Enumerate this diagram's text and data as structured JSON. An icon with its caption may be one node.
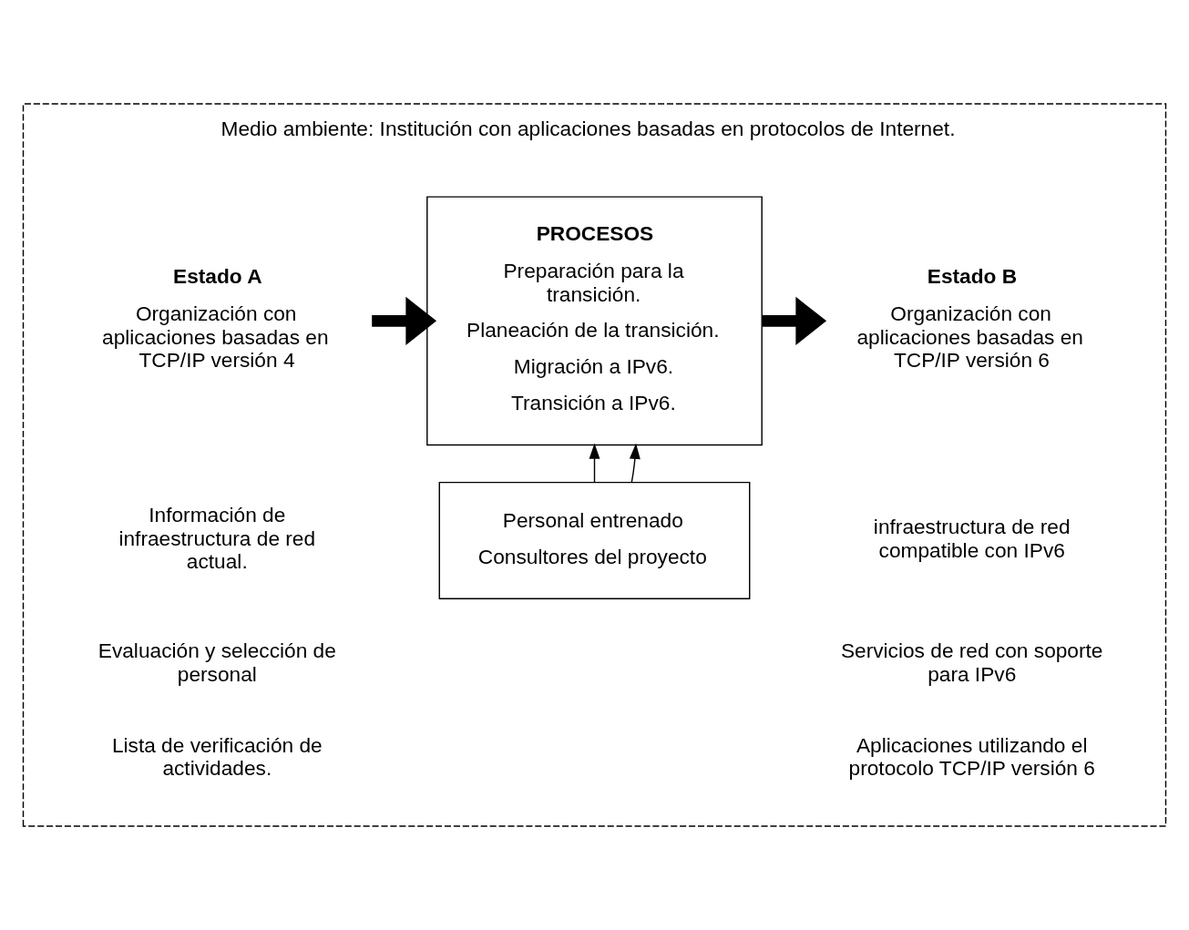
{
  "diagram": {
    "nodes": [
      {
        "text": [
          "Medio ambiente: Institución con aplicaciones basadas en protocolos de Internet."
        ]
      },
      {
        "text": [
          "Estado A",
          "Organización con aplicaciones basadas en TCP/IP versión 4"
        ],
        "in": 0
      },
      {
        "text": [
          "PROCESOS",
          "Preparación para la transición.",
          "Planeación de la transición.",
          "Migración a IPv6.",
          "Transición a IPv6."
        ],
        "in": 0
      },
      {
        "text": [
          "Estado B",
          "Organización con aplicaciones basadas en TCP/IP versión 6"
        ],
        "in": 0
      },
      {
        "text": [
          "Personal entrenado",
          "Consultores del proyecto"
        ],
        "in": 0
      }
    ],
    "edges": [
      {
        "from": 1,
        "to": 2,
        "arrow": "to",
        "style": "thick"
      },
      {
        "from": 2,
        "to": 3,
        "arrow": "to",
        "style": "thick"
      },
      {
        "from": 4,
        "to": 2,
        "arrow": "to"
      },
      {
        "from": 4,
        "to": 2,
        "arrow": "to"
      }
    ],
    "labels": [
      "Información de infraestructura de red actual.",
      "Evaluación y selección de personal",
      "Lista de verificación de actividades.",
      "infraestructura de red compatible con IPv6",
      "Servicios de red con soporte para IPv6",
      "Aplicaciones utilizando el protocolo TCP/IP versión 6"
    ]
  }
}
